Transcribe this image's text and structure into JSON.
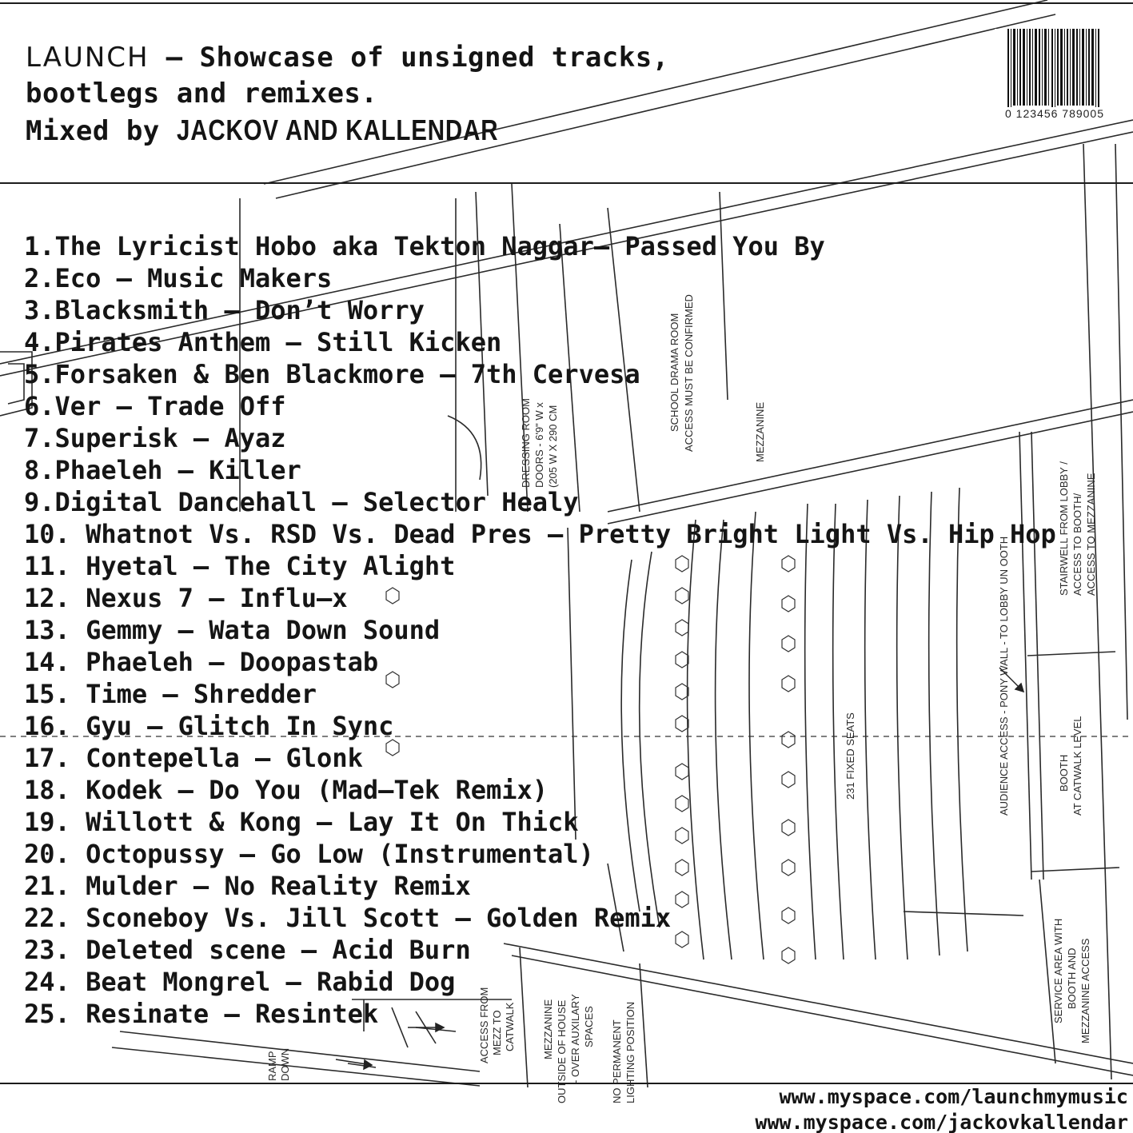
{
  "header": {
    "brand": "LAUNCH",
    "line1_rest": " – Showcase of unsigned tracks,",
    "line2": "bootlegs and remixes.",
    "line3_prefix": "Mixed by ",
    "line3_artists": "JACKOV AND KALLENDAR"
  },
  "barcode": {
    "digits": "0 123456 789005"
  },
  "blueprint_labels": [
    "SCHOOL DRAMA ROOM",
    "ACCESS MUST BE CONFIRMED",
    "MEZZANINE",
    "DRESSING ROOM",
    "DOORS - 6'9\" W x",
    "(205 W X 290 CM",
    "STAIRWELL FROM LOBBY /",
    "ACCESS TO BOOTH/",
    "ACCESS TO MEZZANINE",
    "AUDIENCE ACCESS - PONY WALL - TO LOBBY UN    OOTH",
    "231 FIXED SEATS",
    "BOOTH",
    "AT CATWALK LEVEL",
    "SERVICE AREA WITH",
    "BOOTH AND",
    "MEZZANINE ACCESS",
    "ACCESS FROM",
    "MEZZ TO",
    "CATWALK",
    "MEZZANINE",
    "OUTSIDE OF HOUSE",
    "- OVER AUXILARY",
    "SPACES",
    "NO PERMANENT",
    "LIGHTING POSITION",
    "RAMP",
    "DOWN"
  ],
  "tracks": [
    {
      "num": "1.",
      "title": "The Lyricist Hobo aka Tekton Naggar– Passed You By"
    },
    {
      "num": "2.",
      "title": "Eco – Music Makers"
    },
    {
      "num": "3.",
      "title": "Blacksmith – Don’t Worry"
    },
    {
      "num": "4.",
      "title": "Pirates Anthem – Still Kicken"
    },
    {
      "num": "5.",
      "title": "Forsaken & Ben Blackmore – 7th Cervesa"
    },
    {
      "num": "6.",
      "title": "Ver – Trade Off"
    },
    {
      "num": "7.",
      "title": "Superisk – Ayaz"
    },
    {
      "num": "8.",
      "title": "Phaeleh – Killer"
    },
    {
      "num": "9.",
      "title": "Digital Dancehall – Selector Healy"
    },
    {
      "num": "10.",
      "title": " Whatnot Vs. RSD Vs. Dead Pres – Pretty Bright Light Vs. Hip Hop"
    },
    {
      "num": "11.",
      "title": " Hyetal – The City Alight"
    },
    {
      "num": "12.",
      "title": " Nexus 7 – Influ–x"
    },
    {
      "num": "13.",
      "title": " Gemmy – Wata Down Sound"
    },
    {
      "num": "14.",
      "title": " Phaeleh – Doopastab"
    },
    {
      "num": "15.",
      "title": " Time – Shredder"
    },
    {
      "num": "16.",
      "title": " Gyu – Glitch In Sync"
    },
    {
      "num": "17.",
      "title": " Contepella – Glonk"
    },
    {
      "num": "18.",
      "title": " Kodek – Do You (Mad–Tek Remix)"
    },
    {
      "num": "19.",
      "title": " Willott & Kong – Lay It On Thick"
    },
    {
      "num": "20.",
      "title": " Octopussy – Go Low (Instrumental)"
    },
    {
      "num": "21.",
      "title": " Mulder – No Reality Remix"
    },
    {
      "num": "22.",
      "title": " Sconeboy Vs. Jill Scott – Golden Remix"
    },
    {
      "num": "23.",
      "title": " Deleted scene – Acid Burn"
    },
    {
      "num": "24.",
      "title": " Beat Mongrel – Rabid Dog"
    },
    {
      "num": "25.",
      "title": " Resinate – Resintek"
    }
  ],
  "links": [
    "www.myspace.com/launchmymusic",
    "www.myspace.com/jackovkallendar"
  ]
}
